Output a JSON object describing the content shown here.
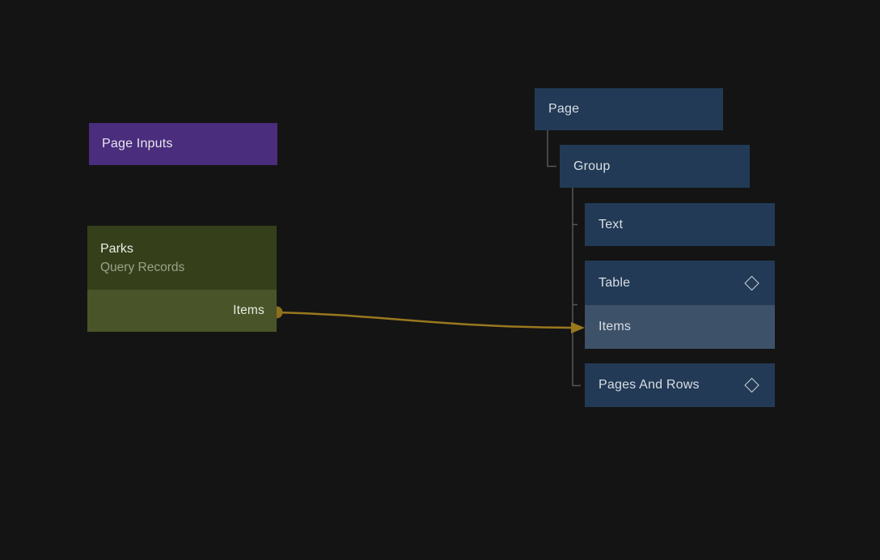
{
  "canvas": {
    "background": "#141414"
  },
  "flow": {
    "page_inputs_node": {
      "label": "Page Inputs",
      "color": "#4a2d7c"
    },
    "parks_node": {
      "title": "Parks",
      "subtitle": "Query Records",
      "output_port_label": "Items",
      "header_color": "#353f1a",
      "port_row_color": "#495429"
    },
    "edge": {
      "source": "Parks Items output port",
      "target": "Items tree node",
      "color": "#9a781e"
    }
  },
  "tree": {
    "node_color": "#223a55",
    "highlight_color": "#3d5269",
    "connector_color": "#565656",
    "nodes": {
      "page": {
        "label": "Page"
      },
      "group": {
        "label": "Group"
      },
      "text": {
        "label": "Text"
      },
      "table": {
        "label": "Table",
        "icon": "diamond-outline",
        "child_label": "Items"
      },
      "pages_and_rows": {
        "label": "Pages And Rows",
        "icon": "diamond-outline"
      }
    }
  }
}
